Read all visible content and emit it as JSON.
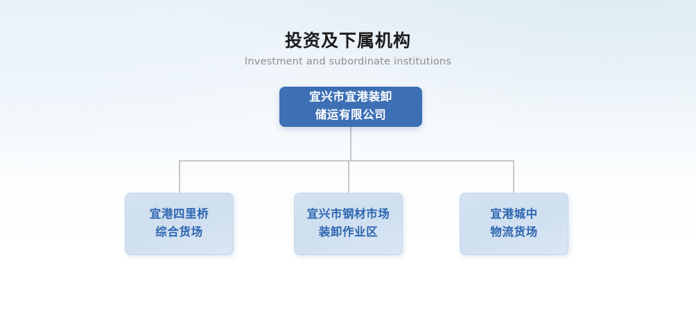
{
  "heading": {
    "title": "投资及下属机构",
    "subtitle": "Investment and subordinate institutions"
  },
  "colors": {
    "root_fill": "#3d6fb4",
    "root_text": "#ffffff",
    "child_fill": "#d3e2f1",
    "child_border": "#c2d6ea",
    "child_text": "#2e66b0",
    "connector": "#c6c6c8",
    "title_text": "#1b1b1b",
    "subtitle_text": "#8e8e8e",
    "background_top": "#e9f1f8",
    "background_bottom": "#ffffff"
  },
  "org_chart": {
    "root": {
      "line1": "宜兴市宜港装卸",
      "line2": "储运有限公司"
    },
    "children": [
      {
        "line1": "宜港四里桥",
        "line2": "综合货场"
      },
      {
        "line1": "宜兴市钢材市场",
        "line2": "装卸作业区"
      },
      {
        "line1": "宜港城中",
        "line2": "物流货场"
      }
    ]
  }
}
